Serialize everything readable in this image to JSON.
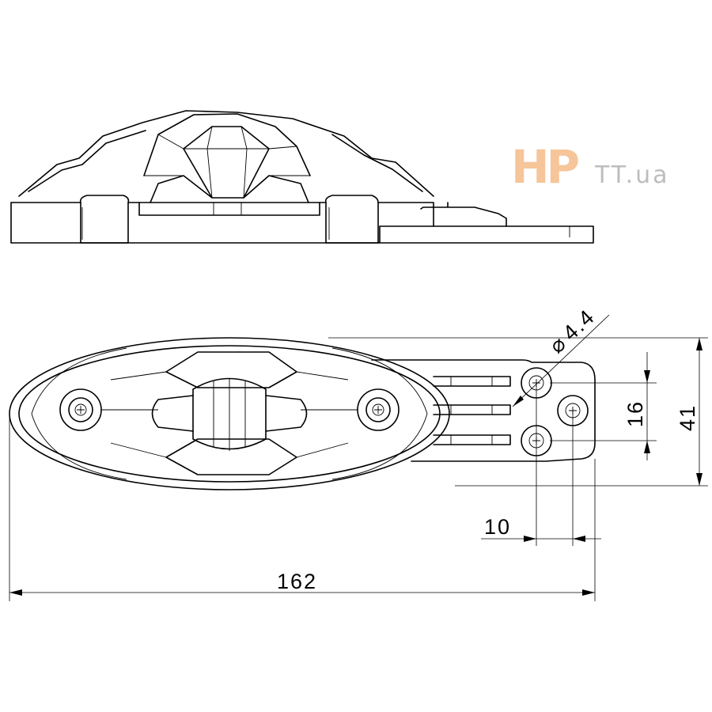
{
  "logo": {
    "mark": "HP",
    "domain": "TT.ua",
    "mark_color": "#f6c59a",
    "domain_color": "#bdbdbd"
  },
  "dimensions": {
    "diameter": "4.4",
    "hole_spacing": "16",
    "height": "41",
    "offset": "10",
    "length": "162"
  }
}
